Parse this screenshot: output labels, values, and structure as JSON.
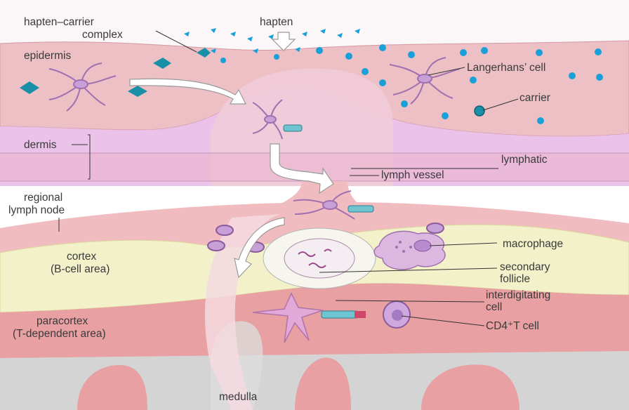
{
  "labels": {
    "hapten_carrier_complex_1": "hapten–carrier",
    "hapten_carrier_complex_2": "complex",
    "hapten": "hapten",
    "epidermis": "epidermis",
    "langerhans_cell": "Langerhans’ cell",
    "carrier": "carrier",
    "dermis": "dermis",
    "lymphatic": "lymphatic",
    "lymph_vessel": "lymph vessel",
    "regional_lymph_node_1": "regional",
    "regional_lymph_node_2": "lymph node",
    "cortex_1": "cortex",
    "cortex_2": "(B-cell area)",
    "macrophage": "macrophage",
    "secondary_follicle_1": "secondary",
    "secondary_follicle_2": "follicle",
    "interdigitating_cell_1": "interdigitating",
    "interdigitating_cell_2": "cell",
    "cd4_t_cell": "CD4⁺T cell",
    "paracortex_1": "paracortex",
    "paracortex_2": "(T-dependent area)",
    "medulla": "medulla"
  },
  "colors": {
    "epidermis": "#ecc0c5",
    "dermis": "#e6b8e6",
    "lymph_node_outer": "#f0bcc0",
    "cortex": "#f2f1c9",
    "paracortex": "#e8a0a2",
    "medulla": "#d6d6d6",
    "cell_purple": "#c8a0d8",
    "carrier_blue": "#1aa0d8",
    "complex_teal": "#1a8fa8"
  }
}
